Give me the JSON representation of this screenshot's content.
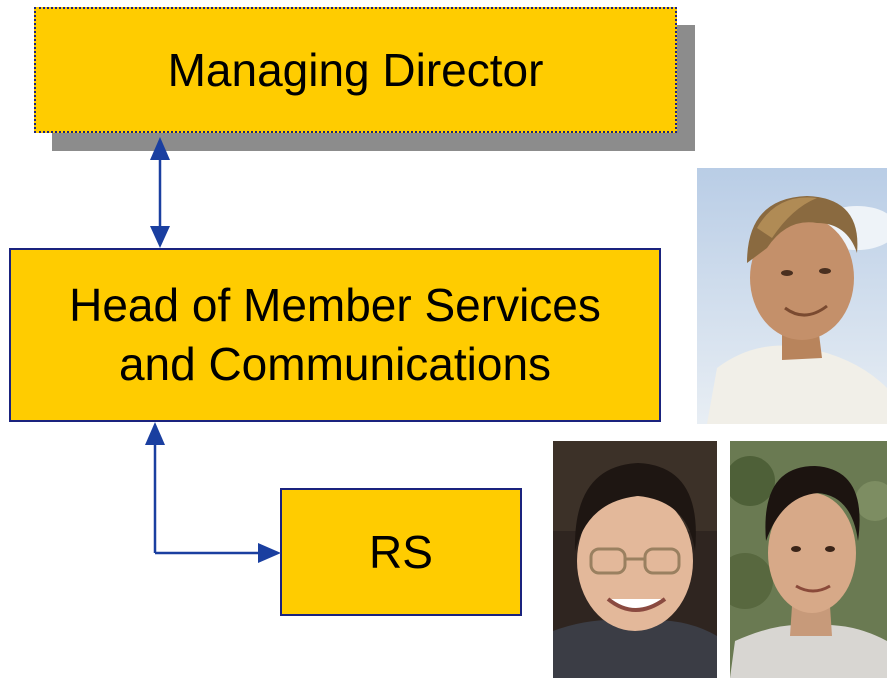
{
  "org_chart": {
    "managing_director": "Managing Director",
    "head_line1": "Head of Member Services",
    "head_line2": "and Communications",
    "rs": "RS"
  },
  "colors": {
    "box_fill": "#ffcc00",
    "box_border": "#1a237e",
    "arrow": "#1a3fa0",
    "shadow": "#8c8c8c"
  },
  "photos": [
    {
      "name": "person-photo",
      "description_icon": "man-portrait"
    },
    {
      "name": "person-photo",
      "description_icon": "man-portrait"
    },
    {
      "name": "person-photo",
      "description_icon": "man-portrait"
    }
  ]
}
